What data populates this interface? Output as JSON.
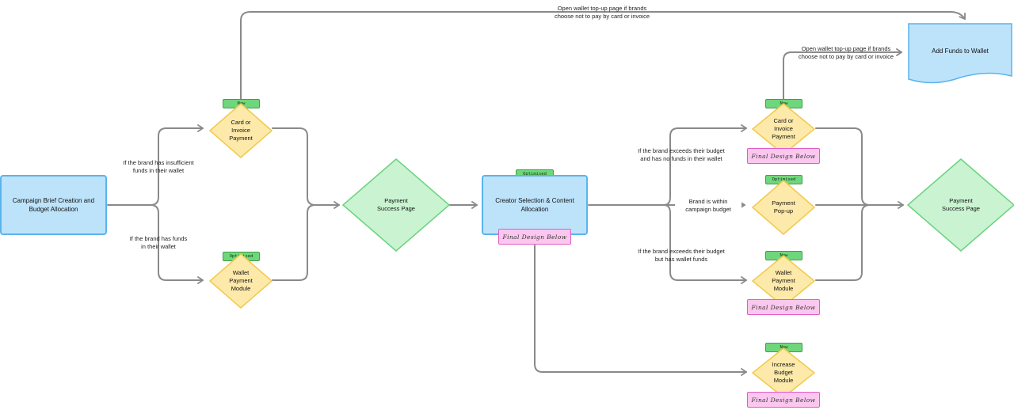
{
  "nodes": {
    "campaign_brief": "Campaign Brief Creation and\nBudget Allocation",
    "card_payment_1": "Card or\nInvoice\nPayment",
    "wallet_module_1": "Wallet\nPayment\nModule",
    "payment_success_1": "Payment\nSuccess Page",
    "creator_selection": "Creator Selection & Content\nAllocation",
    "card_payment_2": "Card or\nInvoice\nPayment",
    "payment_popup": "Payment\nPop-up",
    "wallet_module_2": "Wallet\nPayment\nModule",
    "increase_budget": "Increase\nBudget\nModule",
    "payment_success_2": "Payment\nSuccess Page",
    "add_funds": "Add Funds to Wallet"
  },
  "tags": {
    "new": "New",
    "optimised": "Optimised",
    "final_design": "Final Design Below"
  },
  "notes": {
    "top_wallet": "Open wallet top-up page if brands\nchoose not to pay by card or invoice",
    "right_wallet": "Open wallet top-up page if brands\nchoose not to pay by card or invoice",
    "insufficient": "If the brand has insufficient\nfunds in their wallet",
    "has_funds": "If the brand has funds\nin their wallet",
    "exceeds_no_funds": "If the brand exceeds their budget\nand has no funds in their wallet",
    "within_budget": "Brand is within\ncampaign budget",
    "exceeds_wallet": "If the brand exceeds their budget\nbut has wallet funds"
  },
  "colors": {
    "process_fill": "#bde3fb",
    "process_border": "#5ab4ec",
    "decision_fill": "#fde9a9",
    "decision_border": "#f2c94c",
    "success_fill": "#c9f3d1",
    "success_border": "#6ad37d",
    "tag_green": "#6fd77b",
    "tag_pink": "#fbc7ef",
    "connector": "#8a8a8a"
  }
}
